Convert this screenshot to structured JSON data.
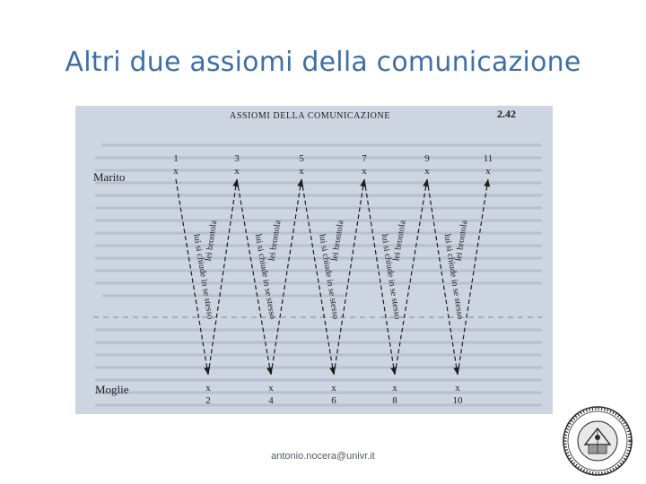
{
  "slide": {
    "title": "Altri due assiomi della comunicazione",
    "footer": "antonio.nocera@univr.it"
  },
  "scan": {
    "header": "ASSIOMI DELLA COMUNICAZIONE",
    "section_number": "2.42",
    "husband_label": "Marito",
    "wife_label": "Moglie",
    "top_numbers": [
      "1",
      "3",
      "5",
      "7",
      "9",
      "11"
    ],
    "bottom_numbers": [
      "2",
      "4",
      "6",
      "8",
      "10"
    ],
    "mark": "x",
    "phrase_withdraws": "lui si chiude in se stesso",
    "phrase_nags": "lei brontola"
  },
  "colors": {
    "title": "#3f6fa6",
    "page_background": "#cdd5e0",
    "ink": "#1d1d22"
  },
  "icons": {
    "seal": "university-seal-icon"
  }
}
